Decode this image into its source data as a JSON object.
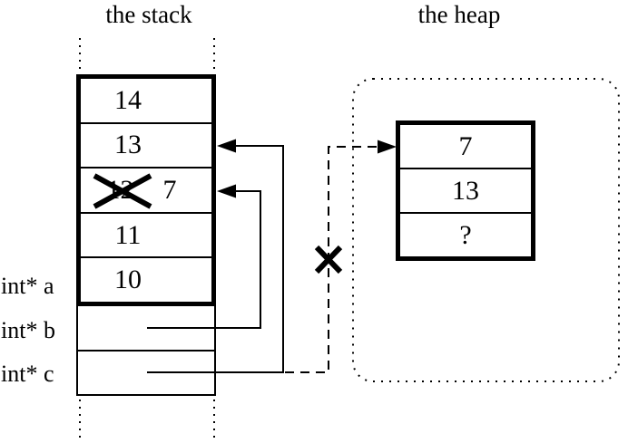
{
  "titles": {
    "stack": "the stack",
    "heap": "the heap"
  },
  "stack": {
    "cells": {
      "c0": "14",
      "c1": "13",
      "c2_old": "12",
      "c2_new": "7",
      "c3": "11",
      "c4": "10"
    },
    "labels": {
      "a": "int* a",
      "b": "int* b",
      "c": "int* c"
    }
  },
  "heap": {
    "cells": {
      "c0": "7",
      "c1": "13",
      "c2": "?"
    }
  },
  "connections": [
    {
      "from": "int* b slot",
      "to": "stack cell containing crossed-out 12 / new 7",
      "style": "solid-arrow"
    },
    {
      "from": "int* c slot",
      "to": "stack cell containing 13",
      "style": "solid-arrow"
    },
    {
      "from": "int* c slot",
      "to": "heap cell containing 7",
      "style": "dashed-arrow",
      "crossed_out": true
    }
  ],
  "icons": {
    "cross_out": "✕",
    "arrowhead": "◀"
  },
  "colors": {
    "ink": "#000000",
    "background": "#ffffff"
  }
}
